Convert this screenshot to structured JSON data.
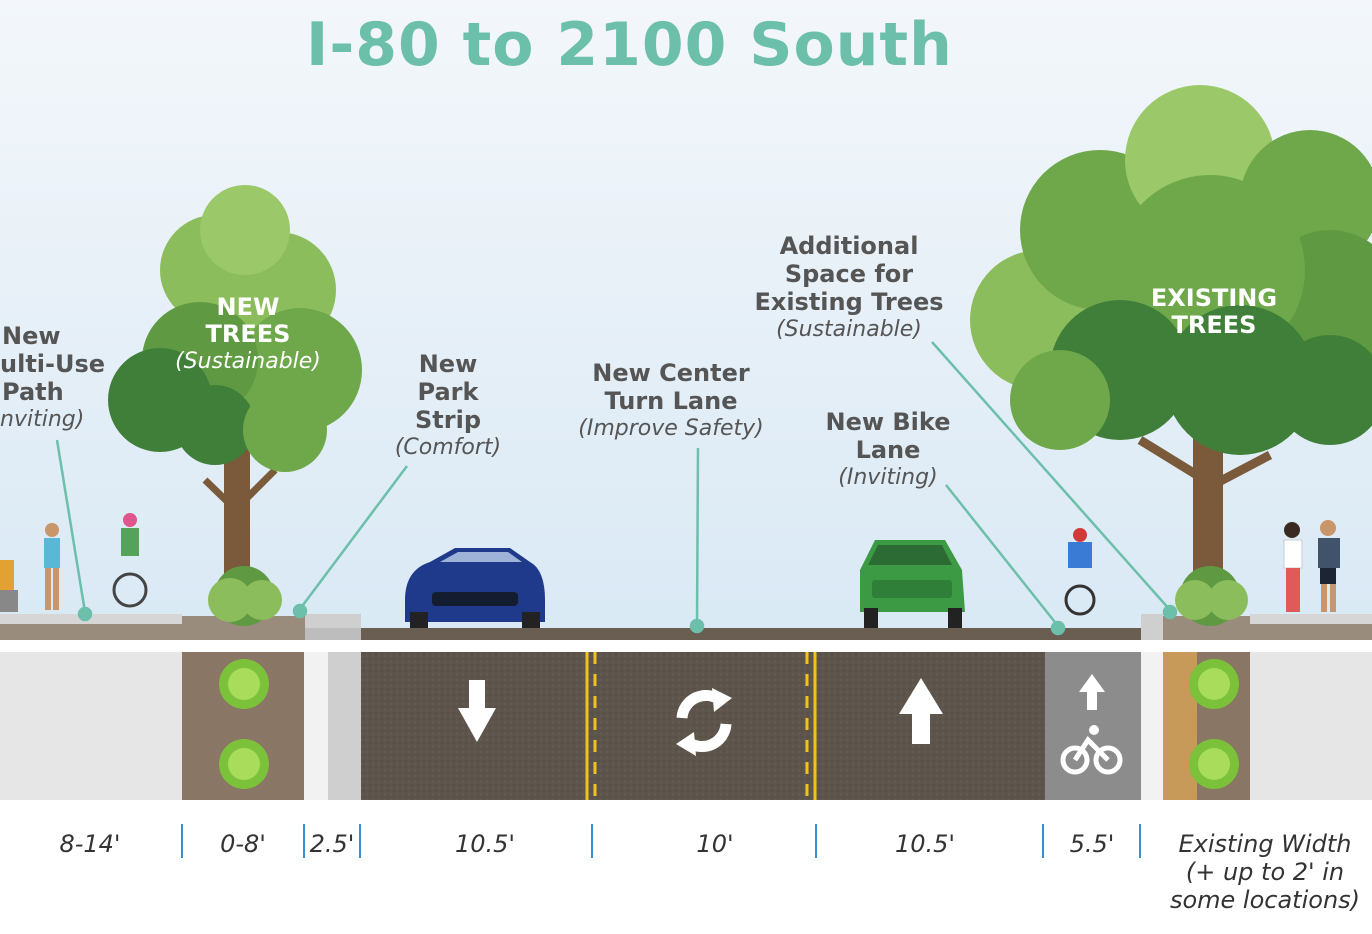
{
  "title": "I-80 to 2100 South",
  "labels": {
    "multi_use": {
      "line1": "New",
      "line2": "ulti-Use",
      "line3": "Path",
      "sub": "nviting)"
    },
    "new_trees": {
      "line1": "NEW",
      "line2": "TREES",
      "sub": "(Sustainable)"
    },
    "park_strip": {
      "line1": "New",
      "line2": "Park",
      "line3": "Strip",
      "sub": "(Comfort)"
    },
    "center_lane": {
      "line1": "New Center",
      "line2": "Turn Lane",
      "sub": "(Improve Safety)"
    },
    "additional_space": {
      "line1": "Additional",
      "line2": "Space for",
      "line3": "Existing Trees",
      "sub": "(Sustainable)"
    },
    "bike_lane": {
      "line1": "New Bike",
      "line2": "Lane",
      "sub": "(Inviting)"
    },
    "existing_trees": {
      "line1": "EXISTING",
      "line2": "TREES"
    }
  },
  "dimensions": {
    "d1": "8-14'",
    "d2": "0-8'",
    "d3": "2.5'",
    "d4": "10.5'",
    "d5": "10'",
    "d6": "10.5'",
    "d7": "5.5'",
    "d8_line1": "Existing Width",
    "d8_line2": "(+ up to 2' in",
    "d8_line3": "some locations)"
  },
  "colors": {
    "title": "#6cbfaa",
    "leader": "#6cbfaa",
    "asphalt": "#5a5148",
    "bike_lane": "#8c8c8c",
    "planter": "#8a7664",
    "sidewalk": "#e4e4e4",
    "centerline": "#f2c21b",
    "tick": "#3a8fd1",
    "tree_light": "#8cbd5c",
    "tree_mid": "#6ea84a",
    "tree_dark": "#3f7f3a"
  },
  "icons": [
    "arrow-down-icon",
    "u-turn-icon",
    "arrow-up-icon",
    "bicycle-icon"
  ]
}
